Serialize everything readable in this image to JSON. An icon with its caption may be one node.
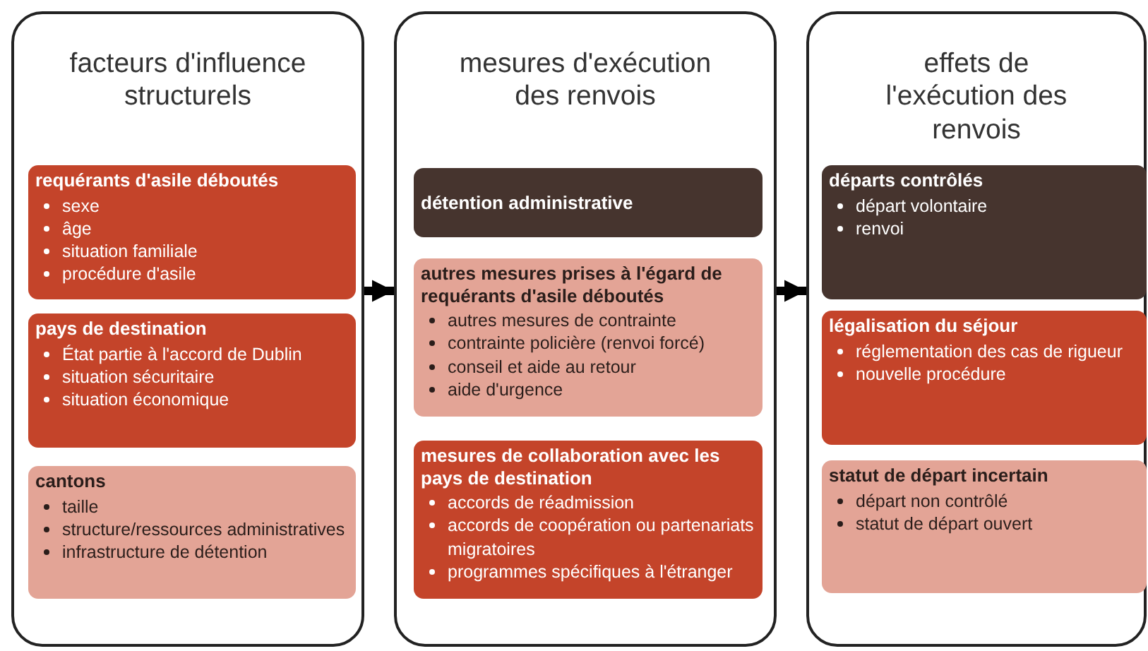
{
  "diagram": {
    "nodes": [
      {
        "text": [
          "facteurs d'influence structurels"
        ]
      },
      {
        "text": [
          "requérants d'asile déboutés",
          "sexe",
          "âge",
          "situation familiale",
          "procédure d'asile"
        ],
        "in": 0
      },
      {
        "text": [
          "pays de destination",
          "État partie à l'accord de Dublin",
          "situation sécuritaire",
          "situation économique"
        ],
        "in": 0
      },
      {
        "text": [
          "cantons",
          "taille",
          "structure/ressources administratives",
          "infrastructure de détention"
        ],
        "in": 0
      },
      {
        "text": [
          "mesures d'exécution des renvois"
        ]
      },
      {
        "text": [
          "détention administrative"
        ],
        "in": 4
      },
      {
        "text": [
          "autres mesures prises à l'égard de requérants d'asile déboutés",
          "autres mesures de contrainte",
          "contrainte policière (renvoi forcé)",
          "conseil et aide au retour",
          "aide d'urgence"
        ],
        "in": 4
      },
      {
        "text": [
          "mesures de collaboration avec les pays de destination",
          "accords de réadmission",
          "accords de coopération ou partenariats migratoires",
          "programmes spécifiques à l'étranger"
        ],
        "in": 4
      },
      {
        "text": [
          "effets de l'exécution des renvois"
        ]
      },
      {
        "text": [
          "départs contrôlés",
          "départ volontaire",
          "renvoi"
        ],
        "in": 8
      },
      {
        "text": [
          "légalisation du séjour",
          "réglementation des cas de rigueur",
          "nouvelle procédure"
        ],
        "in": 8
      },
      {
        "text": [
          "statut de départ incertain",
          "départ non contrôlé",
          "statut de départ ouvert"
        ],
        "in": 8
      }
    ],
    "edges": [
      {
        "from": 0,
        "to": 4,
        "arrow": "to"
      },
      {
        "from": 4,
        "to": 8,
        "arrow": "to"
      }
    ]
  }
}
